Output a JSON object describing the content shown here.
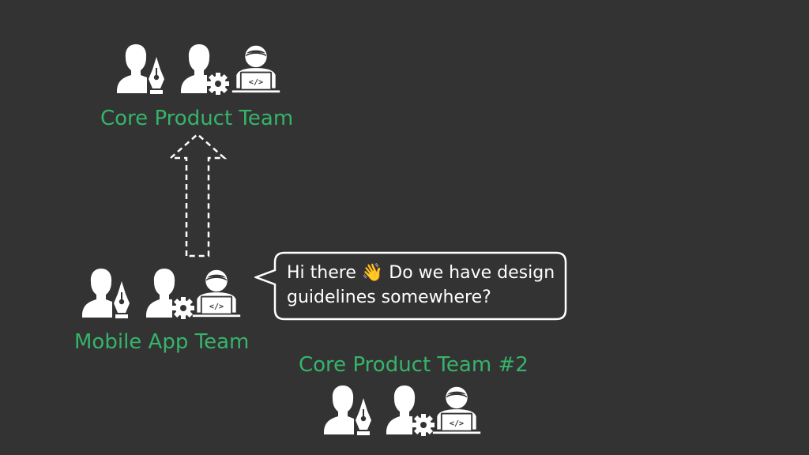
{
  "teams": {
    "core": {
      "label": "Core Product Team"
    },
    "mobile": {
      "label": "Mobile App Team"
    },
    "core2": {
      "label": "Core Product Team #2"
    }
  },
  "chat": {
    "greeting": "Hi there",
    "wave_emoji": "👋",
    "message": "Do we have design guidelines somewhere?"
  },
  "colors": {
    "background": "#333333",
    "team_label": "#36b46a",
    "icon": "#ffffff"
  },
  "icons": [
    "designer-icon",
    "engineer-icon",
    "developer-icon"
  ]
}
